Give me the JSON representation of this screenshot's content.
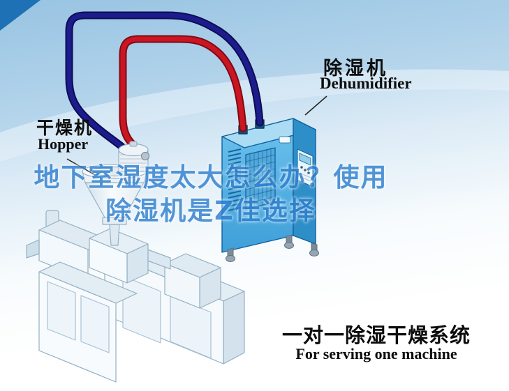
{
  "labels": {
    "hopper": {
      "zh": "干燥机",
      "en": "Hopper"
    },
    "dehumidifier": {
      "zh": "除湿机",
      "en": "Dehumidifier"
    },
    "caption": {
      "zh": "一对一除湿干燥系统",
      "en": "For serving one machine"
    }
  },
  "watermark": {
    "line1": "地下室湿度太大怎么办？使用",
    "line2": "除湿机是Z佳选择"
  },
  "icons": {
    "dehumidifier_illustration": "dehumidifier-unit",
    "hopper_illustration": "hopper-dryer",
    "extruder_illustration": "extruder-machine",
    "red_pipe": "hot-air-hose",
    "blue_pipe": "dry-air-hose"
  },
  "colors": {
    "pipe_red": "#cc1522",
    "pipe_blue": "#1c1c8c",
    "unit_blue": "#55b2e4",
    "sky_blue": "#9cc6e4",
    "watermark": "#2f80cf",
    "corner": "#1d71b4"
  }
}
